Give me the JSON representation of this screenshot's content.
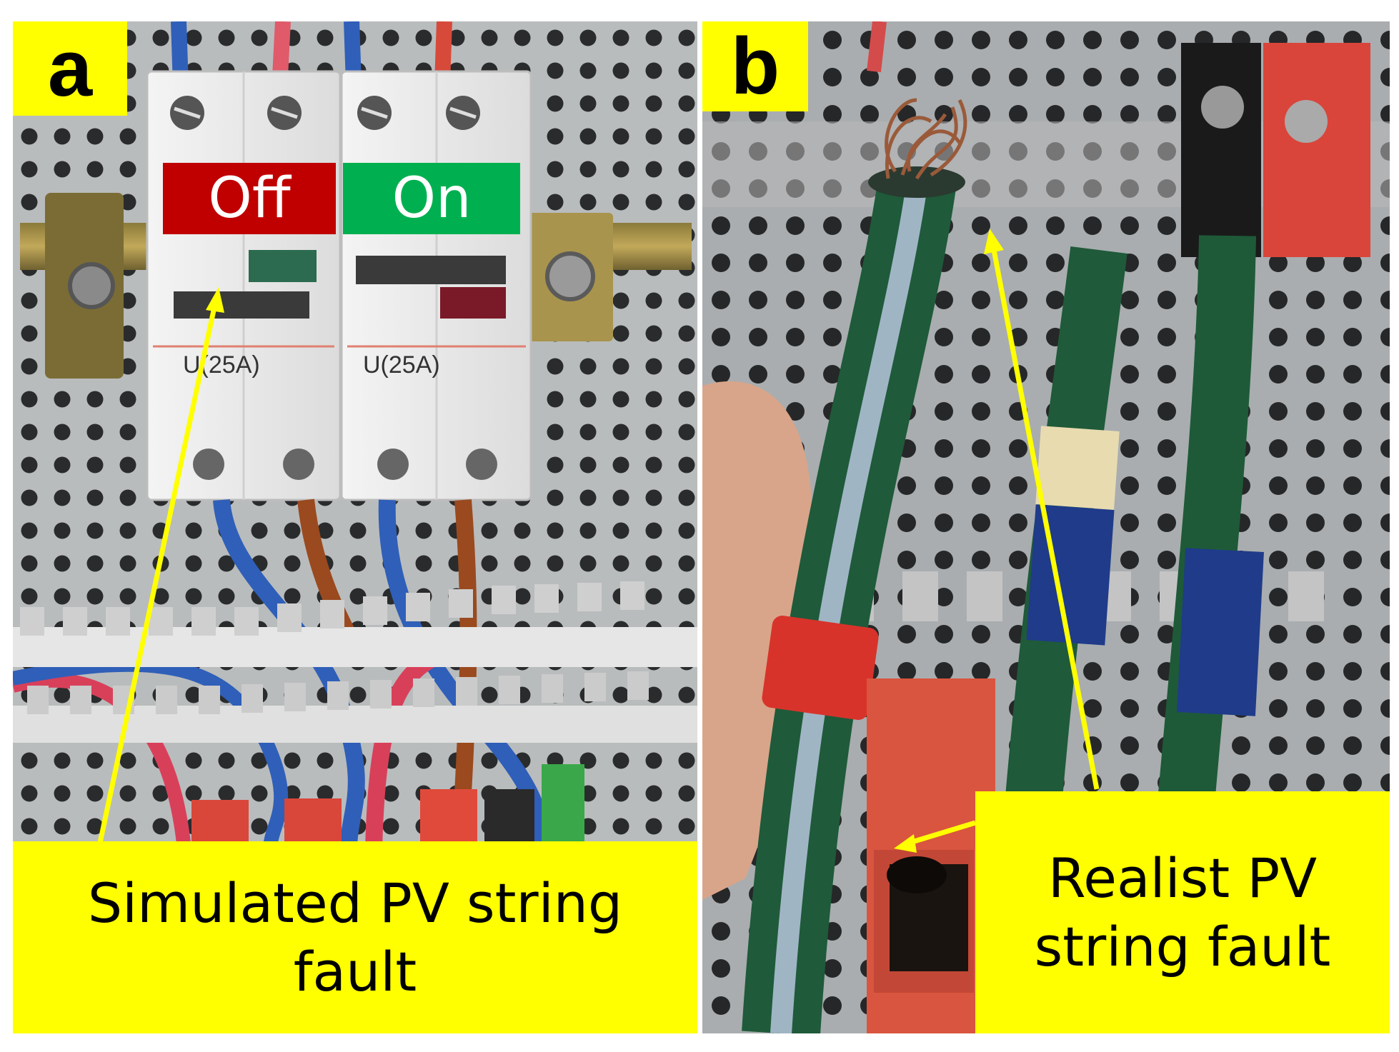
{
  "panel_a": {
    "letter": "a",
    "off_label": "Off",
    "on_label": "On",
    "off_color": "#c00000",
    "on_color": "#00b050",
    "caption": "Simulated PV string fault"
  },
  "panel_b": {
    "letter": "b",
    "caption": "Realist PV string fault"
  },
  "colors": {
    "highlight": "#ffff00",
    "pointer_line": "#ffff00"
  }
}
